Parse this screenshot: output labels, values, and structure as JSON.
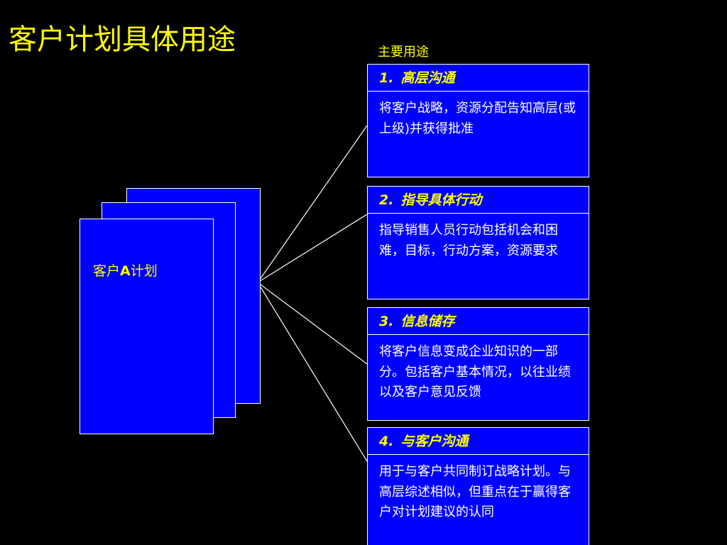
{
  "title": "客户计划具体用途",
  "section_label": "主要用途",
  "plan": {
    "label_prefix": "客户",
    "label_letter": "A",
    "label_suffix": "计划"
  },
  "uses": [
    {
      "number": "1.",
      "heading": "高层沟通",
      "body": "将客户战略，资源分配告知高层(或上级)并获得批准"
    },
    {
      "number": "2.",
      "heading": "指导具体行动",
      "body": "指导销售人员行动包括机会和困难，目标，行动方案，资源要求"
    },
    {
      "number": "3.",
      "heading": "信息储存",
      "body": "将客户信息变成企业知识的一部分。包括客户基本情况，以往业绩以及客户意见反馈"
    },
    {
      "number": "4.",
      "heading": "与客户沟通",
      "body": "用于与客户共同制订战略计划。与高层综述相似，但重点在于赢得客户对计划建议的认同"
    }
  ],
  "colors": {
    "background": "#000000",
    "box_fill": "#0000FF",
    "heading_text": "#FFFF00",
    "body_text": "#FFFFFF",
    "connector": "#FFFFFF"
  }
}
